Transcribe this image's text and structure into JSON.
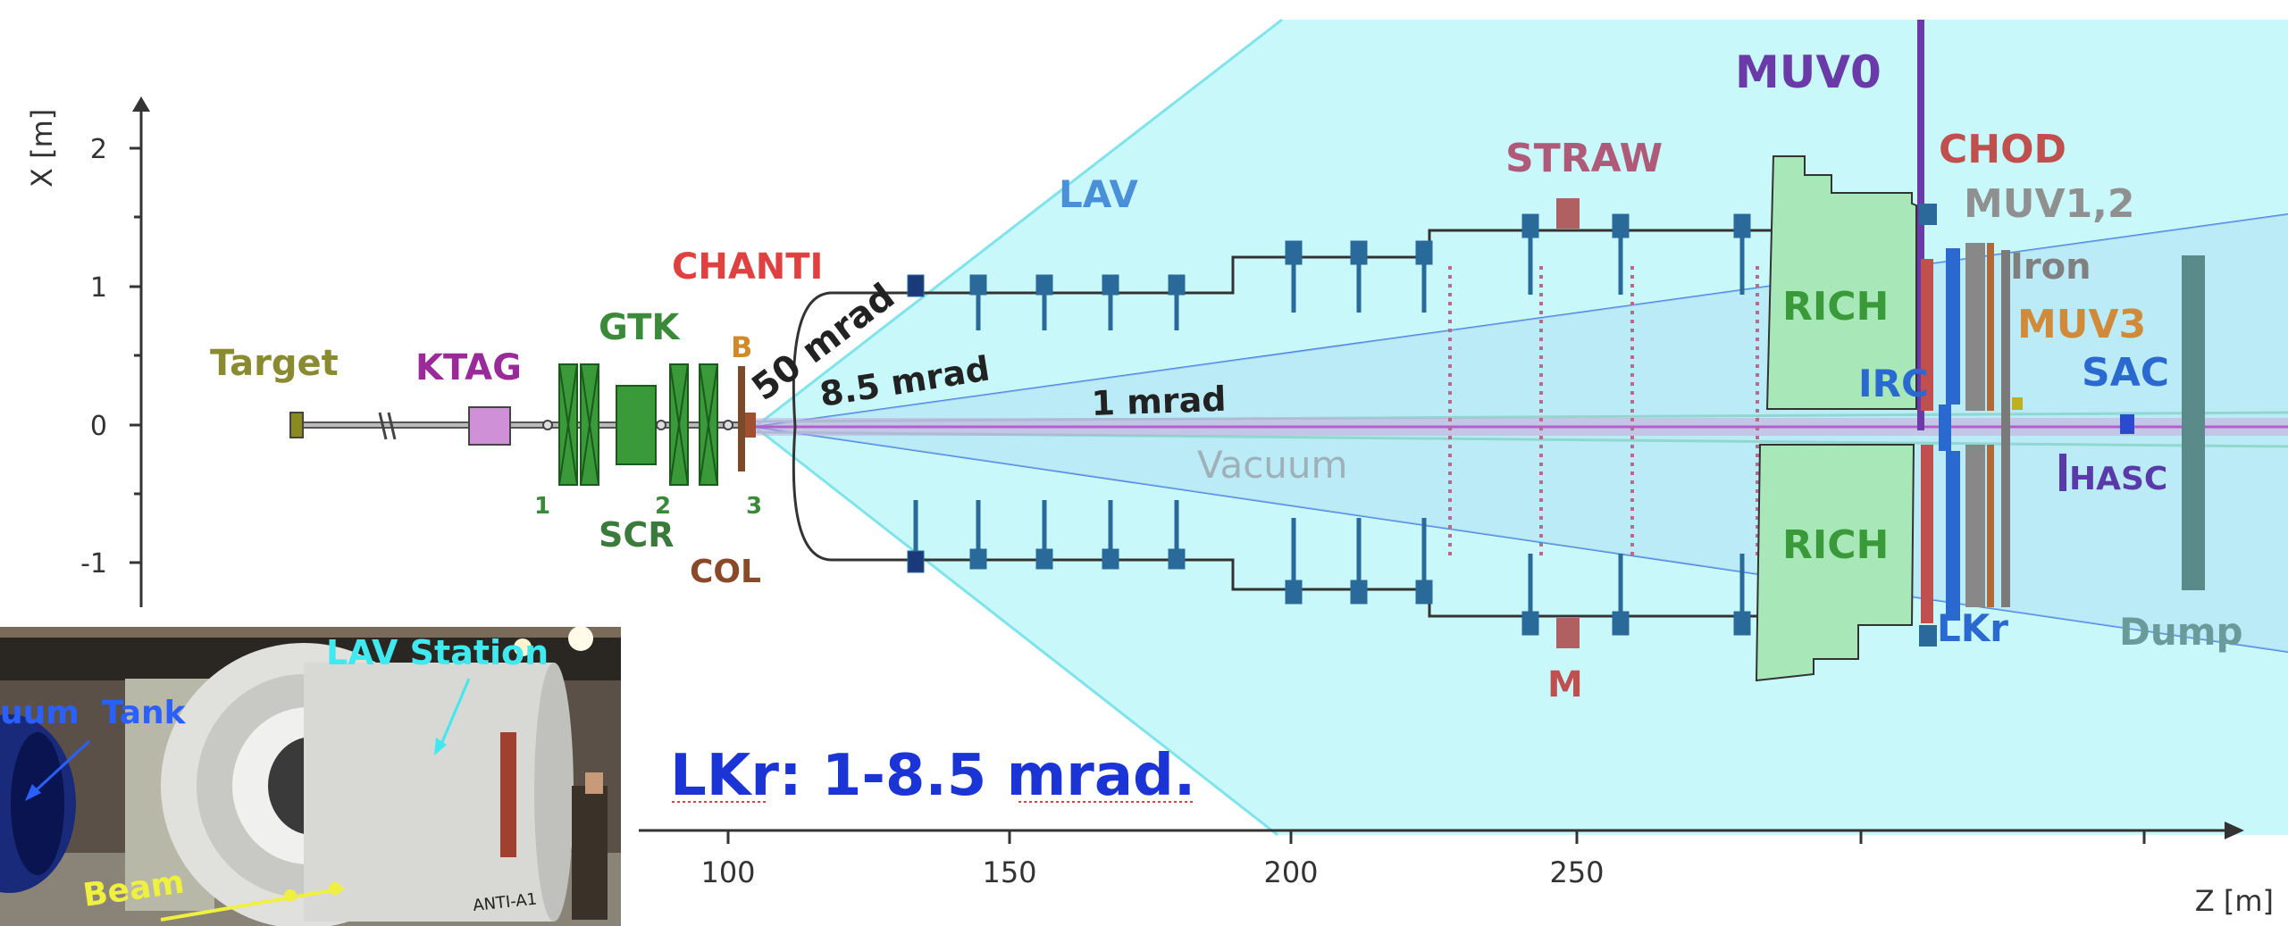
{
  "axes": {
    "x_label": "X [m]",
    "z_label": "Z [m]",
    "x_ticks": [
      "2",
      "1",
      "0",
      "-1"
    ],
    "z_ticks": [
      "100",
      "150",
      "200",
      "250"
    ]
  },
  "labels": {
    "target": "Target",
    "ktag": "KTAG",
    "gtk": "GTK",
    "scr": "SCR",
    "col": "COL",
    "b": "B",
    "gtk_1": "1",
    "gtk_2": "2",
    "gtk_3": "3",
    "chanti": "CHANTI",
    "lav": "LAV",
    "straw": "STRAW",
    "m": "M",
    "muv0": "MUV0",
    "chod": "CHOD",
    "muv12": "MUV1,2",
    "iron": "Iron",
    "muv3": "MUV3",
    "sac": "SAC",
    "irc": "IRC",
    "hasc": "HASC",
    "rich_top": "RICH",
    "rich_bottom": "RICH",
    "lkr": "LKr",
    "dump": "Dump",
    "vacuum": "Vacuum",
    "angle_50": "50 mrad",
    "angle_8_5": "8.5 mrad",
    "angle_1": "1 mrad"
  },
  "note": "LKr: 1-8.5 mrad.",
  "photo": {
    "lav_station": "LAV Station",
    "vacuum_tank": "uum  Tank",
    "beam": "Beam",
    "plate": "ANTI-A1"
  },
  "colors": {
    "acceptance_fill": "#c8f8fa",
    "acceptance_edge": "#7fe3ea",
    "rich_fill": "#a8e8b8",
    "muv0": "#6a3aa8",
    "chod": "#c0504d",
    "lav_block": "#2a6a9a",
    "note_blue": "#1a34d6",
    "gtk_green": "#3a9a3a"
  }
}
